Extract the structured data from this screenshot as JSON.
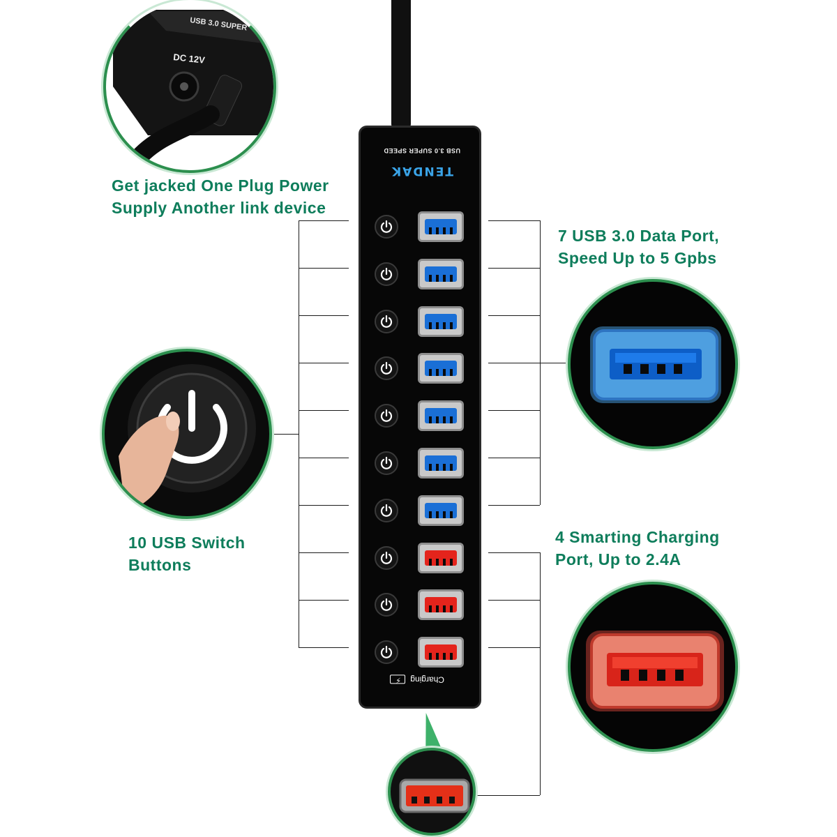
{
  "captions": {
    "power": [
      "Get jacked One Plug Power",
      "Supply Another link device"
    ],
    "data": [
      "7 USB 3.0 Data Port,",
      "Speed Up to 5 Gpbs"
    ],
    "switch": [
      "10 USB Switch",
      "Buttons"
    ],
    "charge": [
      "4 Smarting Charging",
      "Port, Up to 2.4A"
    ]
  },
  "hub": {
    "brand": "TENDAK",
    "tagline": "USB 3.0 SUPER SPEED",
    "charging_label": "Charging",
    "ports": [
      {
        "type": "data"
      },
      {
        "type": "data"
      },
      {
        "type": "data"
      },
      {
        "type": "data"
      },
      {
        "type": "data"
      },
      {
        "type": "data"
      },
      {
        "type": "data"
      },
      {
        "type": "charging"
      },
      {
        "type": "charging"
      },
      {
        "type": "charging"
      }
    ]
  },
  "zoom_power": {
    "label": "DC 12V",
    "tagline": "USB 3.0 SUPER"
  },
  "colors": {
    "caption": "#0e7d5b",
    "data_port": "#1a6fd6",
    "charging_port": "#e4241c",
    "hub_body": "#070707",
    "ring": "#2c8f4e",
    "brand": "#3aa4e8"
  },
  "icons": {
    "power_button": "power-icon",
    "charging_badge": "battery-icon"
  }
}
